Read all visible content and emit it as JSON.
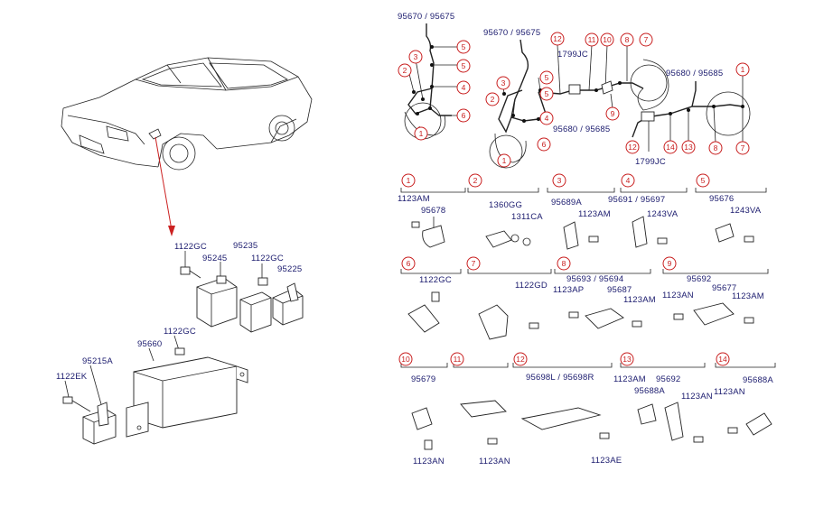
{
  "diagram": {
    "main_labels": {
      "relay_1122gc_a": "1122GC",
      "relay_95235": "95235",
      "relay_95245": "95245",
      "relay_1122gc_b": "1122GC",
      "relay_95225": "95225",
      "unit_1122gc": "1122GC",
      "unit_95660": "95660",
      "unit_95215a": "95215A",
      "unit_1122ek": "1122EK"
    },
    "harness": {
      "left_label": "95670 / 95675",
      "right_label": "95670 / 95675",
      "label_1799jc_top": "1799JC",
      "label_95680_95685_mid": "95680 / 95685",
      "label_95680_95685_right": "95680 / 95685",
      "label_1799jc_bottom": "1799JC"
    },
    "callout_numbers": [
      "1",
      "2",
      "3",
      "4",
      "5",
      "6",
      "7",
      "8",
      "9",
      "10",
      "11",
      "12",
      "13",
      "14"
    ],
    "detail_boxes": [
      {
        "num": "1",
        "labels": [
          "1123AM",
          "95678"
        ]
      },
      {
        "num": "2",
        "labels": [
          "1360GG",
          "1311CA"
        ]
      },
      {
        "num": "3",
        "labels": [
          "95689A",
          "1123AM"
        ]
      },
      {
        "num": "4",
        "labels": [
          "95691 / 95697",
          "1243VA"
        ]
      },
      {
        "num": "5",
        "labels": [
          "95676",
          "1243VA"
        ]
      },
      {
        "num": "6",
        "labels": [
          "1122GC"
        ]
      },
      {
        "num": "7",
        "labels": [
          "1122GD"
        ]
      },
      {
        "num": "8",
        "labels": [
          "95693 / 95694",
          "1123AP",
          "95687",
          "1123AM"
        ]
      },
      {
        "num": "9",
        "labels": [
          "95692",
          "1123AN",
          "95677",
          "1123AM"
        ]
      },
      {
        "num": "10",
        "labels": [
          "95679",
          "1123AN"
        ]
      },
      {
        "num": "11",
        "labels": [
          "1123AN"
        ]
      },
      {
        "num": "12",
        "labels": [
          "95698L / 95698R",
          "1123AE"
        ]
      },
      {
        "num": "13",
        "labels": [
          "1123AM",
          "95692",
          "95688A",
          "1123AN"
        ]
      },
      {
        "num": "14",
        "labels": [
          "1123AN",
          "95688A"
        ]
      }
    ]
  }
}
